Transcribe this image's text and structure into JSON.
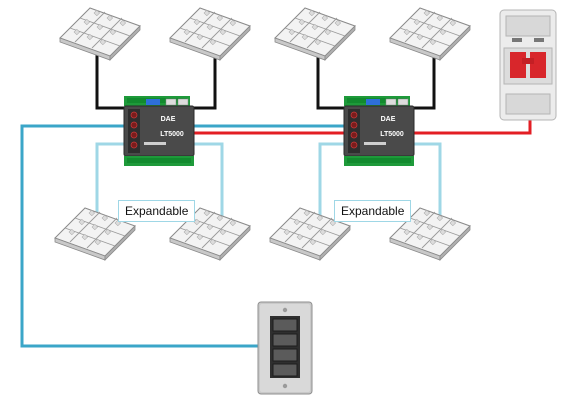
{
  "diagram": {
    "controllers": [
      {
        "brand": "DAE",
        "model": "LT5000"
      },
      {
        "brand": "DAE",
        "model": "LT5000"
      }
    ],
    "expandable_labels": [
      "Expandable",
      "Expandable"
    ],
    "colors": {
      "power_wire": "#e31e24",
      "load_wire": "#111111",
      "control_wire": "#3ba6c8",
      "expansion_wire": "#9fd7e6"
    },
    "icons": [
      "light-fixture-icon",
      "lighting-controller-icon",
      "circuit-breaker-icon",
      "wall-keypad-icon"
    ]
  }
}
